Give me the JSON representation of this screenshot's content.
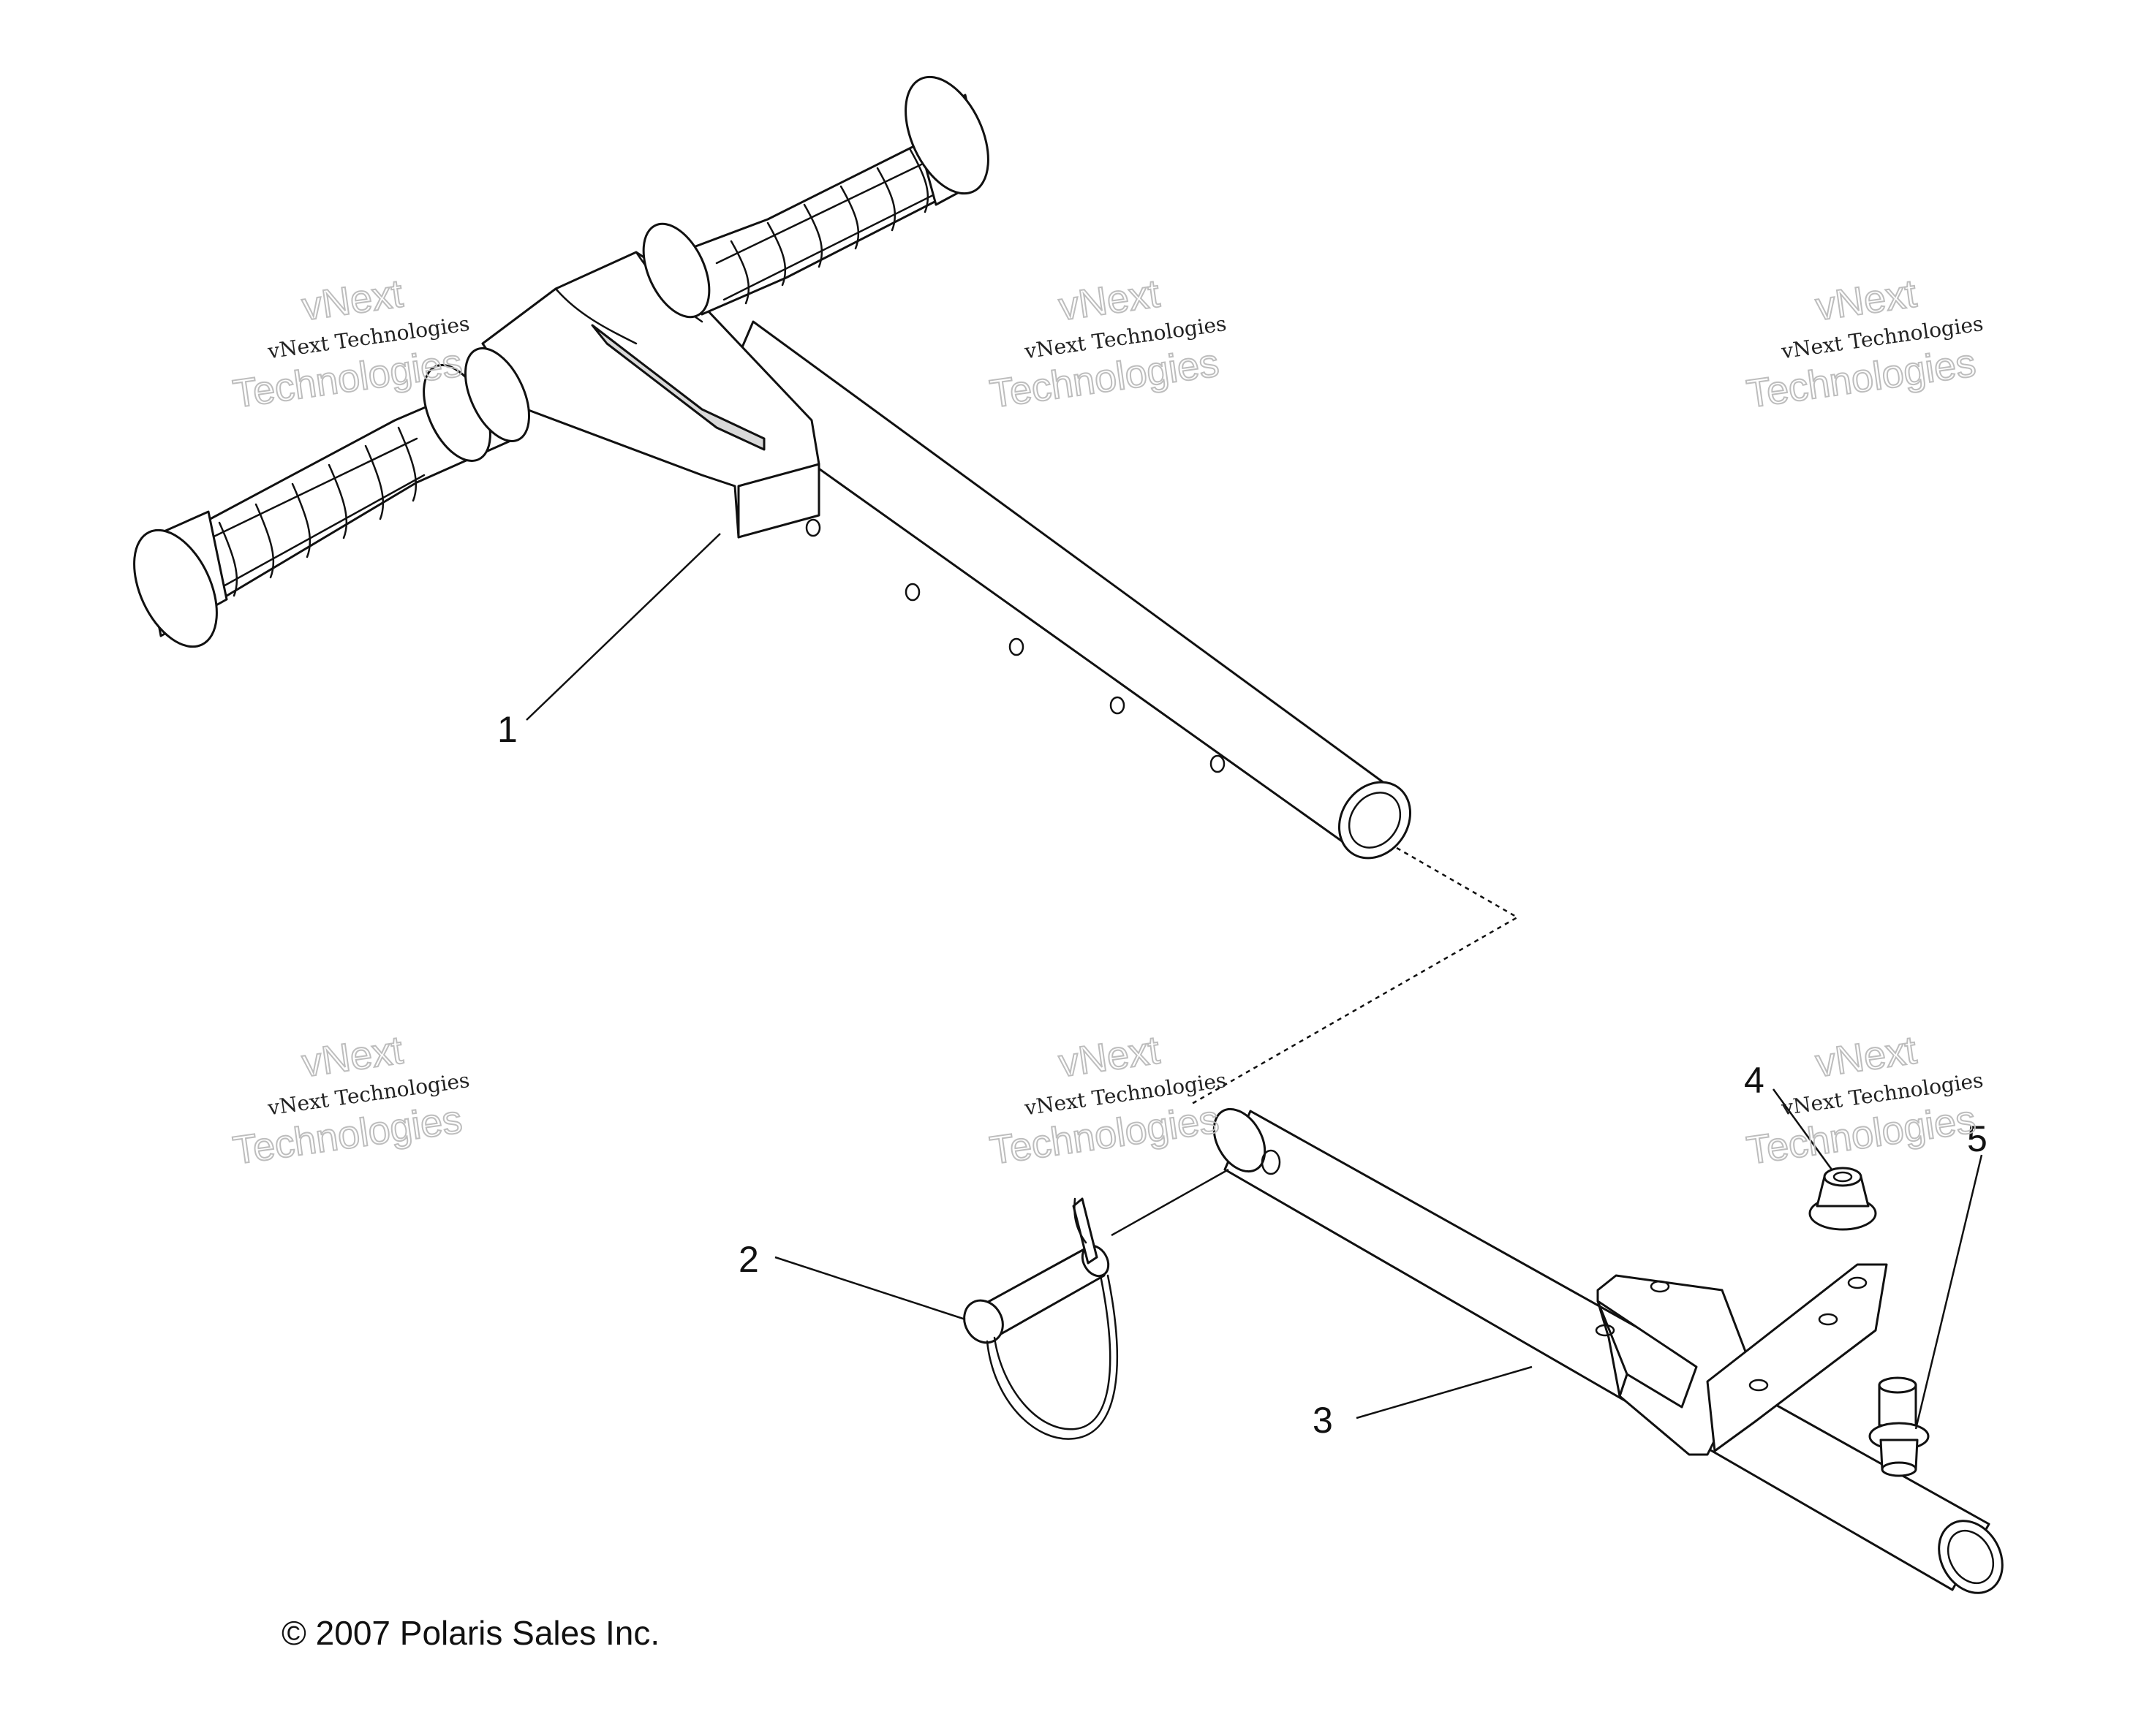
{
  "callouts": [
    {
      "id": "1",
      "label": "1"
    },
    {
      "id": "2",
      "label": "2"
    },
    {
      "id": "3",
      "label": "3"
    },
    {
      "id": "4",
      "label": "4"
    },
    {
      "id": "5",
      "label": "5"
    }
  ],
  "copyright": "© 2007 Polaris Sales Inc.",
  "watermark": {
    "line1": "vNext Technologies",
    "line2": "vNext",
    "line3": "Technologies"
  },
  "parts": {
    "1": "t-handle-bar-with-grips",
    "2": "hitch-pin-with-clip",
    "3": "mounting-tube-with-bracket",
    "4": "flange-nut",
    "5": "flange-bolt"
  }
}
